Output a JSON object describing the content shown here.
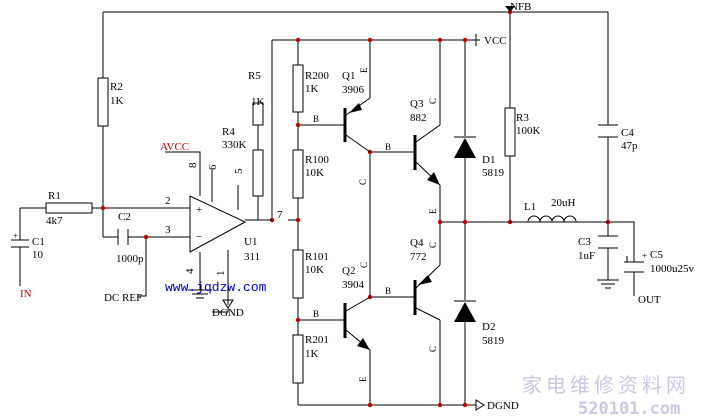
{
  "labels": {
    "nfb": "NFB",
    "vcc": "VCC",
    "avcc": "AVCC",
    "dc_ref": "DC REF",
    "in": "IN",
    "out": "OUT",
    "dgnd_bottom": "DGND",
    "dgnd_u1": "DGND"
  },
  "components": {
    "R1": {
      "ref": "R1",
      "value": "4k7"
    },
    "R2": {
      "ref": "R2",
      "value": "1K"
    },
    "R3": {
      "ref": "R3",
      "value": "100K"
    },
    "R4": {
      "ref": "R4",
      "value": "330K"
    },
    "R5": {
      "ref": "R5",
      "value": "1K"
    },
    "R100": {
      "ref": "R100",
      "value": "10K"
    },
    "R101": {
      "ref": "R101",
      "value": "10K"
    },
    "R200": {
      "ref": "R200",
      "value": "1K"
    },
    "R201": {
      "ref": "R201",
      "value": "1K"
    },
    "C1": {
      "ref": "C1",
      "value": "10"
    },
    "C2": {
      "ref": "C2",
      "value": "1000p"
    },
    "C3": {
      "ref": "C3",
      "value": "1uF"
    },
    "C4": {
      "ref": "C4",
      "value": "47p"
    },
    "C5": {
      "ref": "C5",
      "value": "1000u25v"
    },
    "L1": {
      "ref": "L1",
      "value": "20uH"
    },
    "D1": {
      "ref": "D1",
      "value": "5819"
    },
    "D2": {
      "ref": "D2",
      "value": "5819"
    },
    "Q1": {
      "ref": "Q1",
      "value": "3906"
    },
    "Q2": {
      "ref": "Q2",
      "value": "3904"
    },
    "Q3": {
      "ref": "Q3",
      "value": "882"
    },
    "Q4": {
      "ref": "Q4",
      "value": "772"
    },
    "U1": {
      "ref": "U1",
      "value": "311"
    }
  },
  "pins": {
    "p8": "8",
    "p6": "6",
    "p5": "5",
    "p2": "2",
    "p3": "3",
    "p4": "4",
    "p1": "1",
    "p7": "7",
    "plus": "+",
    "minus": "−",
    "b": "B",
    "c": "C",
    "e": "E"
  },
  "watermark": {
    "site_url": "www.jqdzw.com",
    "chinese_text": "家电维修资料网",
    "corner_url": "520101.com"
  },
  "colors": {
    "wire": "#000000",
    "junction": "#c00000",
    "avcc_text": "#c00000",
    "url_text": "#0000cc",
    "watermark": "#c9c9e6"
  }
}
